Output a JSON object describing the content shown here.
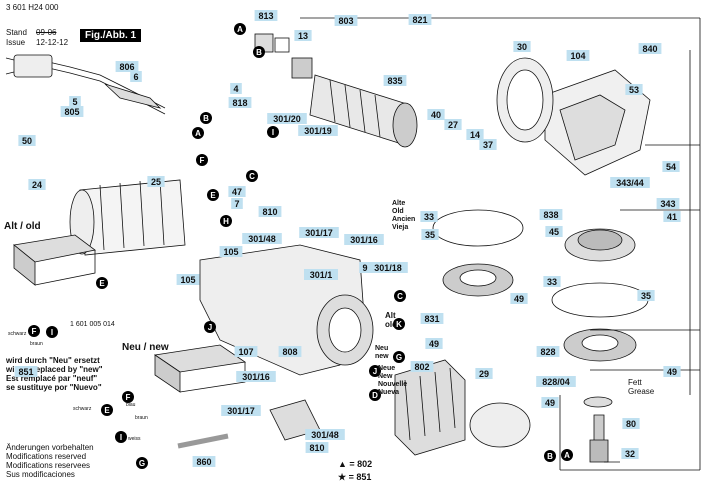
{
  "header": {
    "part_number": "3 601 H24 000",
    "stand_label": "Stand",
    "issue_label": "Issue",
    "date_struck": "09-06",
    "date_current": "12-12-12",
    "figure_tag": "Fig./Abb. 1"
  },
  "sections": {
    "alt_old": "Alt / old",
    "neu_new": "Neu / new",
    "alt_old_small": "Alt\nold",
    "neu_new_small": "Neu\nnew",
    "version_legend_top": "Alte\nOld\nAncien\nVieja",
    "version_legend_bottom": "Neue\nNew\nNouvelle\nNueva",
    "fett_grease": "Fett\nGrease"
  },
  "notes": {
    "replace_note": "wird durch \"Neu\" ersetzt\nwill be replaced by \"new\"\nEst remplacé par \"neuf\"\nse sustituye por \"Nuevo\"",
    "changes_note": "Änderungen vorbehalten\nModifications reserved\nModifications reservees\nSus modificaciones",
    "old_part_number": "1 601 005 014",
    "legend_triangle": "▲ = 802",
    "legend_star": "★ = 851"
  },
  "wire_colors": {
    "schwarz": "schwarz",
    "blau": "blau",
    "weiss": "weiss",
    "braun": "braun"
  },
  "part_labels": [
    {
      "id": "813",
      "text": "813"
    },
    {
      "id": "13",
      "text": "13"
    },
    {
      "id": "803",
      "text": "803"
    },
    {
      "id": "821",
      "text": "821"
    },
    {
      "id": "30",
      "text": "30"
    },
    {
      "id": "840",
      "text": "840"
    },
    {
      "id": "104",
      "text": "104"
    },
    {
      "id": "835",
      "text": "835"
    },
    {
      "id": "806",
      "text": "806"
    },
    {
      "id": "6",
      "text": "6"
    },
    {
      "id": "5",
      "text": "5"
    },
    {
      "id": "805",
      "text": "805"
    },
    {
      "id": "4",
      "text": "4"
    },
    {
      "id": "818",
      "text": "818"
    },
    {
      "id": "301/20",
      "text": "301/20"
    },
    {
      "id": "301/19",
      "text": "301/19"
    },
    {
      "id": "40",
      "text": "40"
    },
    {
      "id": "27",
      "text": "27"
    },
    {
      "id": "14",
      "text": "14"
    },
    {
      "id": "37",
      "text": "37"
    },
    {
      "id": "53",
      "text": "53"
    },
    {
      "id": "50",
      "text": "50"
    },
    {
      "id": "24",
      "text": "24"
    },
    {
      "id": "25",
      "text": "25"
    },
    {
      "id": "47",
      "text": "47"
    },
    {
      "id": "7",
      "text": "7"
    },
    {
      "id": "54",
      "text": "54"
    },
    {
      "id": "343/44",
      "text": "343/44"
    },
    {
      "id": "343",
      "text": "343"
    },
    {
      "id": "41",
      "text": "41"
    },
    {
      "id": "838",
      "text": "838"
    },
    {
      "id": "45",
      "text": "45"
    },
    {
      "id": "810a",
      "text": "810"
    },
    {
      "id": "301/17a",
      "text": "301/17"
    },
    {
      "id": "301/48a",
      "text": "301/48"
    },
    {
      "id": "301/16a",
      "text": "301/16"
    },
    {
      "id": "105a",
      "text": "105"
    },
    {
      "id": "105b",
      "text": "105"
    },
    {
      "id": "301/1",
      "text": "301/1"
    },
    {
      "id": "9",
      "text": "9"
    },
    {
      "id": "301/18",
      "text": "301/18"
    },
    {
      "id": "33a",
      "text": "33"
    },
    {
      "id": "35a",
      "text": "35"
    },
    {
      "id": "49a",
      "text": "49"
    },
    {
      "id": "831",
      "text": "831"
    },
    {
      "id": "49b",
      "text": "49"
    },
    {
      "id": "33b",
      "text": "33"
    },
    {
      "id": "35b",
      "text": "35"
    },
    {
      "id": "828",
      "text": "828"
    },
    {
      "id": "828/04",
      "text": "828/04"
    },
    {
      "id": "49c",
      "text": "49"
    },
    {
      "id": "49d",
      "text": "49"
    },
    {
      "id": "80",
      "text": "80"
    },
    {
      "id": "32",
      "text": "32"
    },
    {
      "id": "851",
      "text": "851"
    },
    {
      "id": "107",
      "text": "107"
    },
    {
      "id": "808",
      "text": "808"
    },
    {
      "id": "802",
      "text": "802"
    },
    {
      "id": "29",
      "text": "29"
    },
    {
      "id": "301/16b",
      "text": "301/16"
    },
    {
      "id": "301/17b",
      "text": "301/17"
    },
    {
      "id": "301/48b",
      "text": "301/48"
    },
    {
      "id": "810b",
      "text": "810"
    },
    {
      "id": "860",
      "text": "860"
    }
  ],
  "connector_letters": [
    "A",
    "B",
    "C",
    "D",
    "E",
    "F",
    "G",
    "H",
    "I",
    "J",
    "K"
  ],
  "colors": {
    "label_fill": "#bfe0f0",
    "line": "#111111",
    "letter_circle": "#000000"
  }
}
